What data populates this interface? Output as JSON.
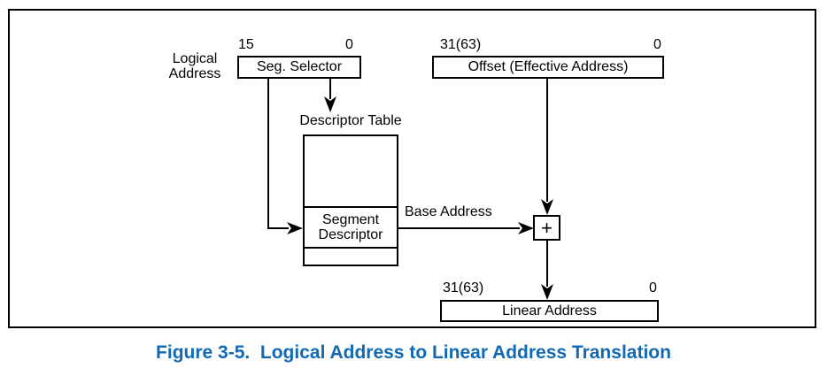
{
  "figure": {
    "caption": "Figure 3-5.  Logical Address to Linear Address Translation"
  },
  "colors": {
    "caption_blue": "#1169B4",
    "diagram_black": "#000000"
  },
  "diagram": {
    "logical_address_label": {
      "line1": "Logical",
      "line2": "Address"
    },
    "seg_selector": {
      "bit_high": "15",
      "bit_low": "0",
      "label": "Seg. Selector"
    },
    "offset": {
      "bit_high": "31(63)",
      "bit_low": "0",
      "label": "Offset (Effective Address)"
    },
    "descriptor_table": {
      "title": "Descriptor Table",
      "segment_descriptor_line1": "Segment",
      "segment_descriptor_line2": "Descriptor"
    },
    "base_address_label": "Base Address",
    "adder_label": "+",
    "linear_address": {
      "bit_high": "31(63)",
      "bit_low": "0",
      "label": "Linear Address"
    }
  }
}
